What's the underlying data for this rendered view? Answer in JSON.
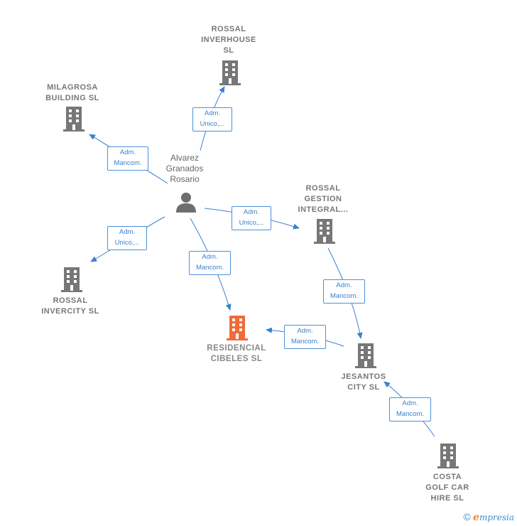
{
  "colors": {
    "node": "#7a7a7a",
    "focus": "#f26a3a",
    "edge": "#3a7fcf"
  },
  "person": {
    "name": "Alvarez\nGranados\nRosario",
    "icon": "person-icon"
  },
  "companies": {
    "inverhouse": "ROSSAL\nINVERHOUSE\nSL",
    "milagrosa": "MILAGROSA\nBUILDING  SL",
    "gestion": "ROSSAL\nGESTION\nINTEGRAL...",
    "invercity": "ROSSAL\nINVERCITY  SL",
    "cibeles": "RESIDENCIAL\nCIBELES  SL",
    "jesantos": "JESANTOS\nCITY  SL",
    "costa": "COSTA\nGOLF CAR\nHIRE SL"
  },
  "edges": {
    "to_inverhouse": "Adm.\nUnico,...",
    "to_milagrosa": "Adm.\nMancom.",
    "to_gestion": "Adm.\nUnico,...",
    "to_invercity": "Adm.\nUnico,...",
    "to_cibeles": "Adm.\nMancom.",
    "gestion_to_jesantos": "Adm.\nMancom.",
    "jesantos_to_cibeles": "Adm.\nMancom.",
    "costa_to_jesantos": "Adm.\nMancom."
  },
  "footer": {
    "copyright": "©",
    "brand_e": "e",
    "brand_rest": "mpresia"
  }
}
